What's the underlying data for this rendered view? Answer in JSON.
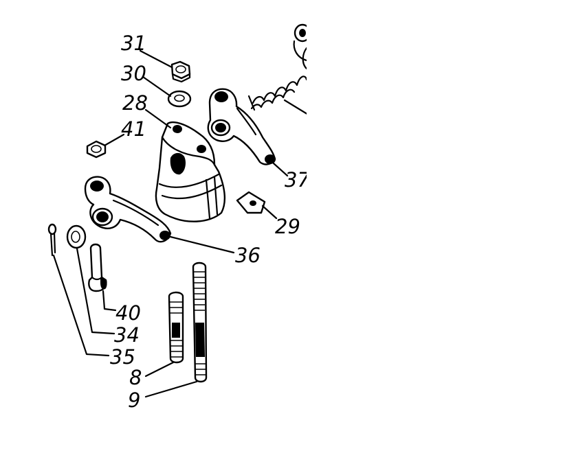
{
  "labels": {
    "p31": "31",
    "p30": "30",
    "p28": "28",
    "p41": "41",
    "p37": "37",
    "p29": "29",
    "p36": "36",
    "p40": "40",
    "p34": "34",
    "p35": "35",
    "p8": "8",
    "p9": "9"
  }
}
